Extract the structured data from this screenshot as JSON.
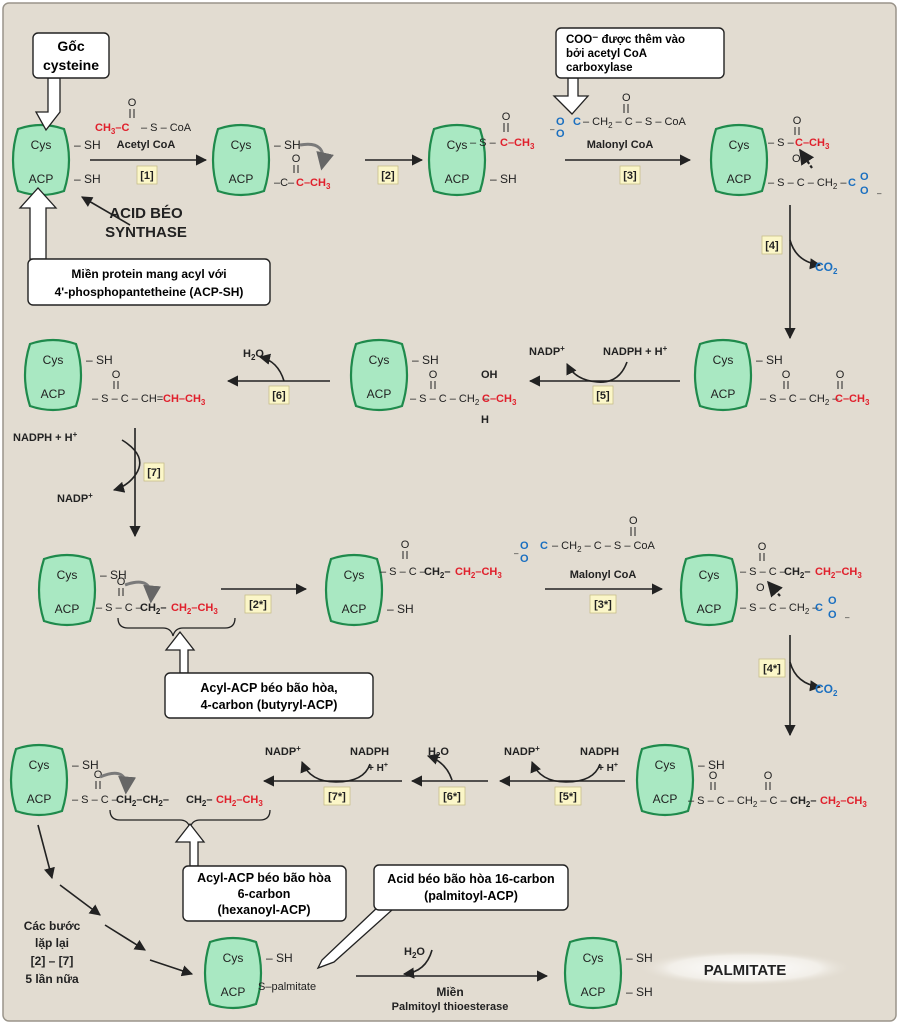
{
  "colors": {
    "background": "#e2dcd1",
    "enzyme_fill": "#a9e8c2",
    "enzyme_stroke": "#1f8a4c",
    "red": "#e0202c",
    "blue": "#1a6fc0",
    "label_box": "#fbf6c8"
  },
  "enzyme": {
    "cys": "Cys",
    "acp": "ACP",
    "sh": "SH",
    "s_bond": "S"
  },
  "callouts": {
    "goc_cysteine": [
      "Gốc",
      "cysteine"
    ],
    "mien_protein": [
      "Miền protein mang acyl với",
      "4'-phosphopantetheine (ACP-SH)"
    ],
    "coo_added": [
      "COO⁻ được thêm vào",
      "bởi acetyl CoA",
      "carboxylase"
    ],
    "acyl4": [
      "Acyl-ACP béo bão hòa,",
      "4-carbon (butyryl-ACP)"
    ],
    "acyl6": [
      "Acyl-ACP béo bão hòa",
      "6-carbon",
      "(hexanoyl-ACP)"
    ],
    "acid16": [
      "Acid béo bão hòa 16-carbon",
      "(palmitoyl-ACP)"
    ]
  },
  "labels": {
    "acid_beo_synthase": [
      "ACID BÉO",
      "SYNTHASE"
    ],
    "acetyl_coa": "Acetyl CoA",
    "malonyl_coa": "Malonyl CoA",
    "co2": "CO",
    "co2_sub": "2",
    "h2o": "H",
    "h2o_sub": "2",
    "h2o_o": "O",
    "nadp_plus": "NADP",
    "nadph": "NADPH",
    "plus_h": "+ H",
    "plus_sign": "+",
    "repeat": [
      "Các bước",
      "lặp lại",
      "[2] – [7]",
      "5 lần nữa"
    ],
    "s_palmitate": "S–palmitate",
    "mien": "Miền",
    "thioesterase": "Palmitoyl thioesterase",
    "palmitate": "PALMITATE"
  },
  "steps": {
    "s1": "[1]",
    "s2": "[2]",
    "s3": "[3]",
    "s4": "[4]",
    "s5": "[5]",
    "s6": "[6]",
    "s7": "[7]",
    "s2s": "[2*]",
    "s3s": "[3*]",
    "s4s": "[4*]",
    "s5s": "[5*]",
    "s6s": "[6*]",
    "s7s": "[7*]"
  }
}
